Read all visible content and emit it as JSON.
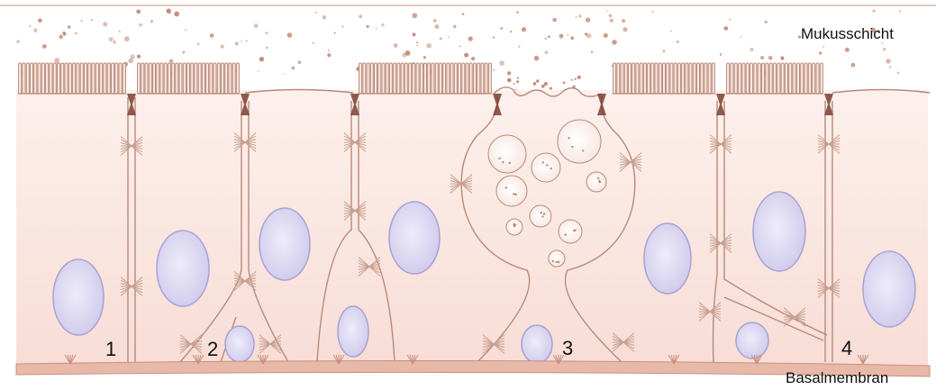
{
  "labels": {
    "mucus": "Mukusschicht",
    "basement": "Basalmembran",
    "cell_1": "1",
    "cell_2": "2",
    "cell_3": "3",
    "cell_4": "4"
  },
  "colors": {
    "cell_fill": "#fbe6e1",
    "cell_fill_dark": "#f6d6cf",
    "outline": "#b98a78",
    "basement": "#e8b8a8",
    "nucleus": "#d9d6f0",
    "nucleus_stroke": "#a8a2d2",
    "mucus_dot": "#c48d7c",
    "desmosome": "#c9a090"
  }
}
